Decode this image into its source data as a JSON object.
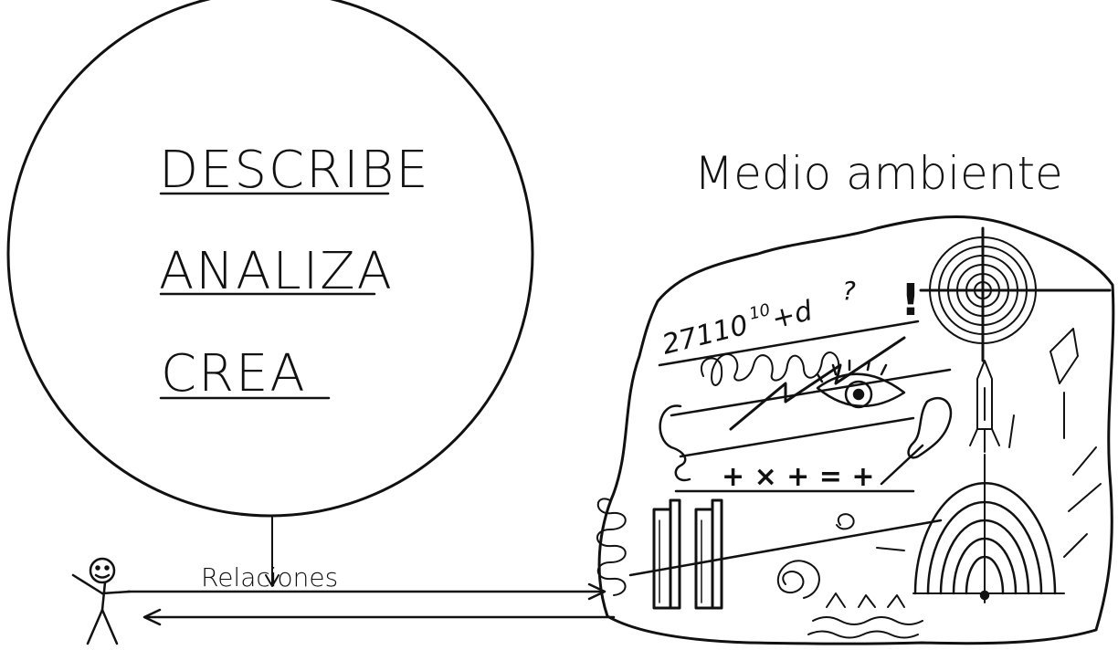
{
  "circle_words": [
    "DESCRIBE",
    "ANALIZA",
    "CREA"
  ],
  "environment_title": "Medio ambiente",
  "relation_label": "Relaciones",
  "environment_scribbles": {
    "numbers": "27110",
    "exponent": "10",
    "formula_tail": "+d",
    "question": "?",
    "equation": "+ × + = +"
  },
  "ink_color": "#111111"
}
